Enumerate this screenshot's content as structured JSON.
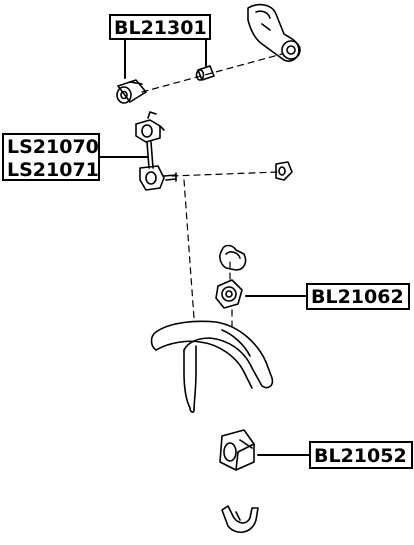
{
  "labels": {
    "bushing_top": "BL21301",
    "link_a": "LS21070",
    "link_b": "LS21071",
    "bushing_mid": "BL21062",
    "bushing_bottom": "BL21052"
  },
  "colors": {
    "line": "#000000",
    "background": "#ffffff"
  }
}
